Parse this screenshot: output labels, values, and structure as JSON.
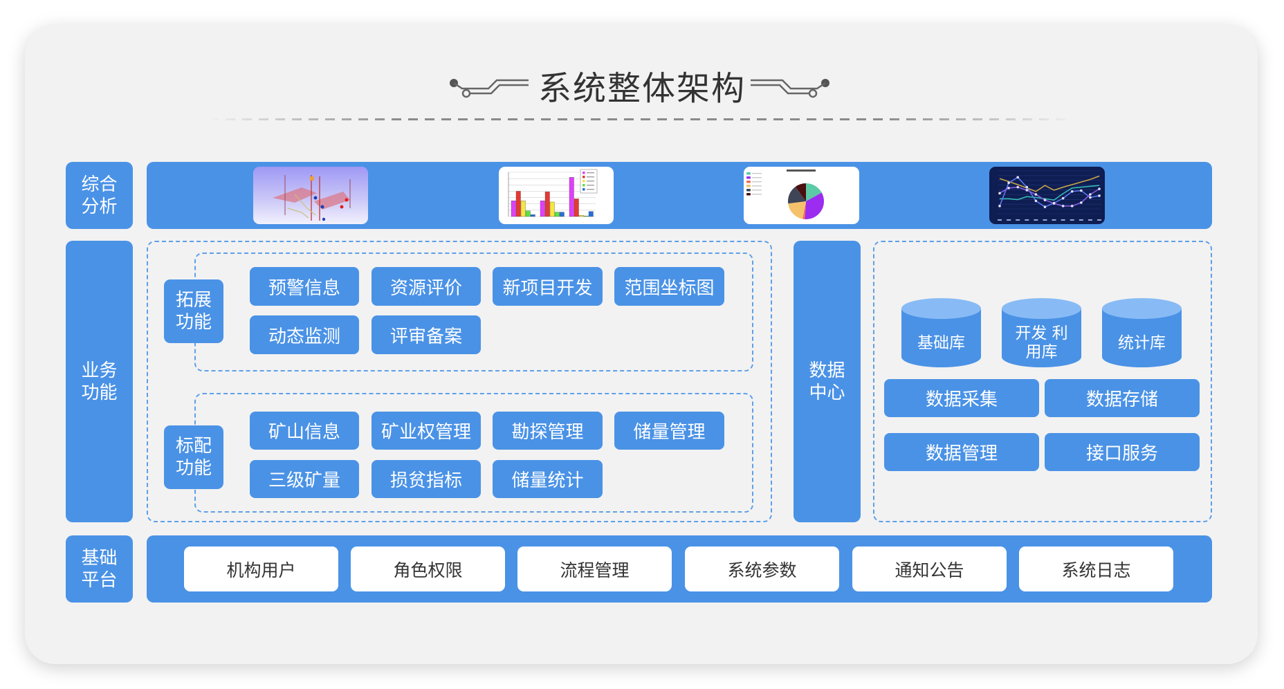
{
  "title": "系统整体架构",
  "colors": {
    "accent": "#4a92e6",
    "accent_light": "#88bbf5",
    "background": "#f2f2f2",
    "title_text": "#333333"
  },
  "rows": {
    "analysis": {
      "label": "综合分析",
      "thumbnails": [
        {
          "name": "3d-geology-model-image"
        },
        {
          "name": "bar-chart-image"
        },
        {
          "name": "pie-chart-image"
        },
        {
          "name": "line-chart-image"
        }
      ]
    },
    "business": {
      "label": "业务功能",
      "extended": {
        "label": "拓展功能",
        "items": [
          "预警信息",
          "资源评价",
          "新项目开发",
          "范围坐标图",
          "动态监测",
          "评审备案"
        ]
      },
      "standard": {
        "label": "标配功能",
        "items": [
          "矿山信息",
          "矿业权管理",
          "勘探管理",
          "储量管理",
          "三级矿量",
          "损贫指标",
          "储量统计"
        ]
      }
    },
    "data_center": {
      "label": "数据中心",
      "databases": [
        "基础库",
        "开发利用库",
        "统计库"
      ],
      "databases_display": [
        "基础库",
        "开发 利用库",
        "统计库"
      ],
      "services": [
        "数据采集",
        "数据存储",
        "数据管理",
        "接口服务"
      ]
    },
    "platform": {
      "label": "基础平台",
      "items": [
        "机构用户",
        "角色权限",
        "流程管理",
        "系统参数",
        "通知公告",
        "系统日志"
      ]
    }
  },
  "thumb_bar": {
    "series_colors": [
      "#e040fb",
      "#e53935",
      "#f5e642",
      "#5ce04a",
      "#2a6fd6"
    ],
    "groups": [
      [
        250,
        400,
        250,
        90,
        30
      ],
      [
        250,
        390,
        230,
        70,
        70
      ],
      [
        620,
        280,
        20,
        10,
        80
      ]
    ],
    "ymax": 700
  },
  "thumb_pie": {
    "slices": [
      {
        "value": 17,
        "color": "#5cc9a7"
      },
      {
        "value": 34,
        "color": "#9b2cf0"
      },
      {
        "value": 2,
        "color": "#f06a5a"
      },
      {
        "value": 20,
        "color": "#f5c26b"
      },
      {
        "value": 17,
        "color": "#3e4557"
      },
      {
        "value": 10,
        "color": "#4a0f0f"
      }
    ]
  },
  "thumb_line": {
    "series": [
      {
        "color": "#c9a545",
        "values": [
          82,
          75,
          68,
          60,
          52,
          66,
          55,
          62,
          68,
          74,
          80,
          88
        ]
      },
      {
        "color": "#36b8b3",
        "values": [
          35,
          35,
          33,
          40,
          38,
          35,
          32,
          47,
          60,
          62,
          64,
          66
        ]
      },
      {
        "color": "#5b79f0",
        "values": [
          18,
          72,
          85,
          62,
          30,
          16,
          25,
          36,
          52,
          54,
          38,
          42
        ]
      },
      {
        "color": "#8a5fe0",
        "values": [
          48,
          60,
          62,
          55,
          45,
          32,
          24,
          18,
          18,
          26,
          45,
          58
        ]
      }
    ]
  }
}
